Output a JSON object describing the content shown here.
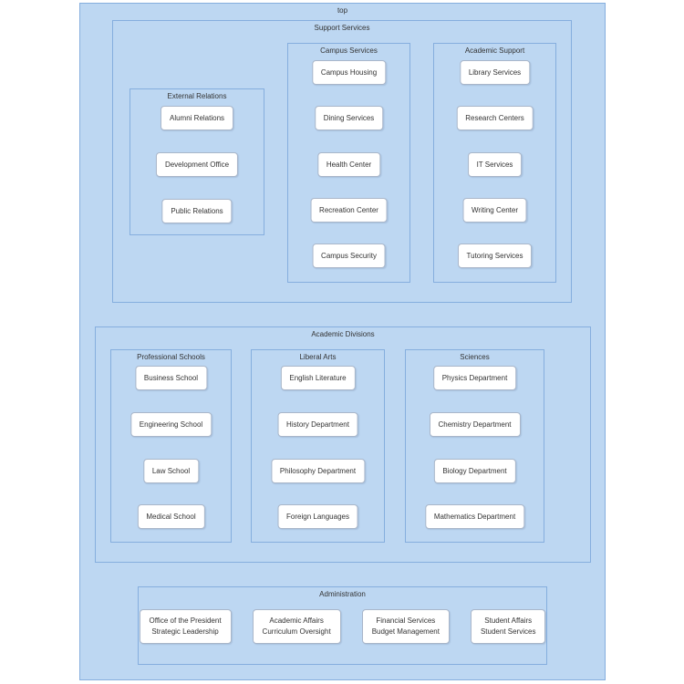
{
  "diagram": {
    "root_label": "top",
    "support_services": {
      "label": "Support Services",
      "external_relations": {
        "label": "External Relations",
        "items": [
          "Alumni Relations",
          "Development Office",
          "Public Relations"
        ]
      },
      "campus_services": {
        "label": "Campus Services",
        "items": [
          "Campus Housing",
          "Dining Services",
          "Health Center",
          "Recreation Center",
          "Campus Security"
        ]
      },
      "academic_support": {
        "label": "Academic Support",
        "items": [
          "Library Services",
          "Research Centers",
          "IT Services",
          "Writing Center",
          "Tutoring Services"
        ]
      }
    },
    "academic_divisions": {
      "label": "Academic Divisions",
      "professional_schools": {
        "label": "Professional Schools",
        "items": [
          "Business School",
          "Engineering School",
          "Law School",
          "Medical School"
        ]
      },
      "liberal_arts": {
        "label": "Liberal Arts",
        "items": [
          "English Literature",
          "History Department",
          "Philosophy Department",
          "Foreign Languages"
        ]
      },
      "sciences": {
        "label": "Sciences",
        "items": [
          "Physics Department",
          "Chemistry Department",
          "Biology Department",
          "Mathematics Department"
        ]
      }
    },
    "administration": {
      "label": "Administration",
      "items": [
        {
          "line1": "Office of the President",
          "line2": "Strategic Leadership"
        },
        {
          "line1": "Academic Affairs",
          "line2": "Curriculum Oversight"
        },
        {
          "line1": "Financial Services",
          "line2": "Budget Management"
        },
        {
          "line1": "Student Affairs",
          "line2": "Student Services"
        }
      ]
    }
  },
  "colors": {
    "container_fill": "#bdd7f2",
    "container_border": "#85aede",
    "node_fill": "#ffffff",
    "node_border": "#a9b6c9",
    "text": "#333333"
  }
}
